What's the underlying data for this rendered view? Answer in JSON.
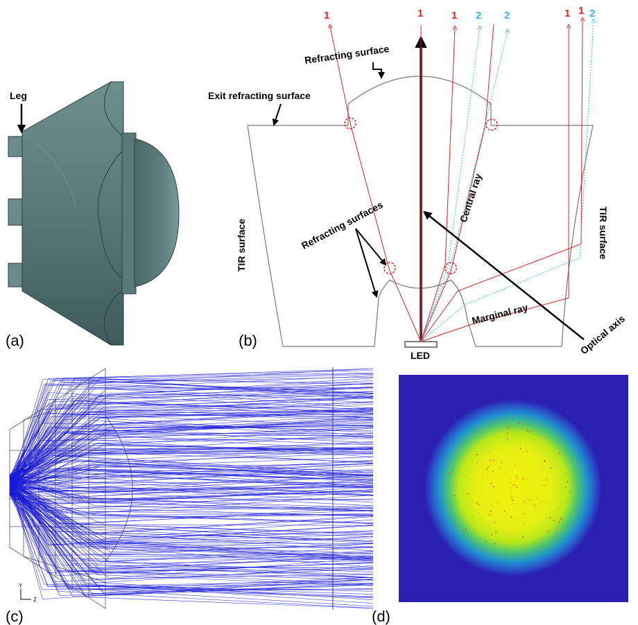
{
  "panels": {
    "a": "(a)",
    "b": "(b)",
    "c": "(c)",
    "d": "(d)"
  },
  "a": {
    "leg_label": "Leg"
  },
  "b": {
    "ray_labels": [
      "1",
      "1",
      "1",
      "2",
      "2",
      "1",
      "1",
      "2"
    ],
    "refracting_surface": "Refracting surface",
    "exit_refracting_surface": "Exit refracting surface",
    "tir_surface_left": "TIR surface",
    "tir_surface_right": "TIR surface",
    "refracting_surfaces": "Refracting surfaces",
    "central_ray": "Central ray",
    "marginal_ray": "Marginal ray",
    "optical_axis": "Optical axis",
    "led": "LED"
  },
  "c": {
    "axis_y": "Y",
    "axis_z": "Z"
  },
  "colors": {
    "ray1": "#e02020",
    "ray2": "#2eb8ee",
    "trace": "#1a1ad8",
    "lens_body": "#587878",
    "spot_bg": "#2a1fb0"
  }
}
